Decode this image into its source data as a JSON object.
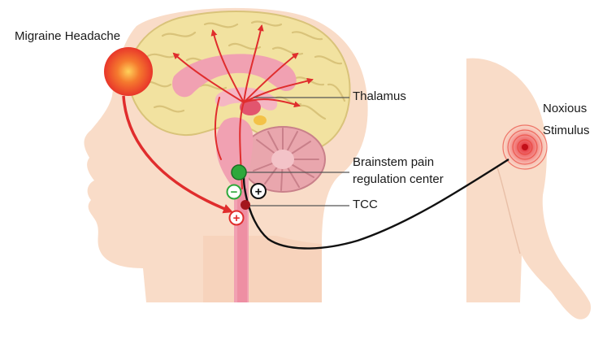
{
  "labels": {
    "migraine": "Migraine Headache",
    "thalamus": "Thalamus",
    "brainstem_line1": "Brainstem pain",
    "brainstem_line2": "regulation center",
    "tcc": "TCC",
    "noxious_line1": "Noxious",
    "noxious_line2": "Stimulus"
  },
  "signs": {
    "inhibit": "−",
    "excite_dark": "+",
    "excite_red": "+"
  },
  "colors": {
    "skin": "#f9dcc8",
    "brain": "#f2e2a0",
    "brain_fold": "#d9c37a",
    "limbic": "#f1a1b2",
    "cerebellum": "#e9a6ad",
    "pain": "#e8362a",
    "pathway": "#e02d2d",
    "nerve": "#111111",
    "brainstem_center": "#2ea83b",
    "tcc_dot": "#a3161c"
  }
}
